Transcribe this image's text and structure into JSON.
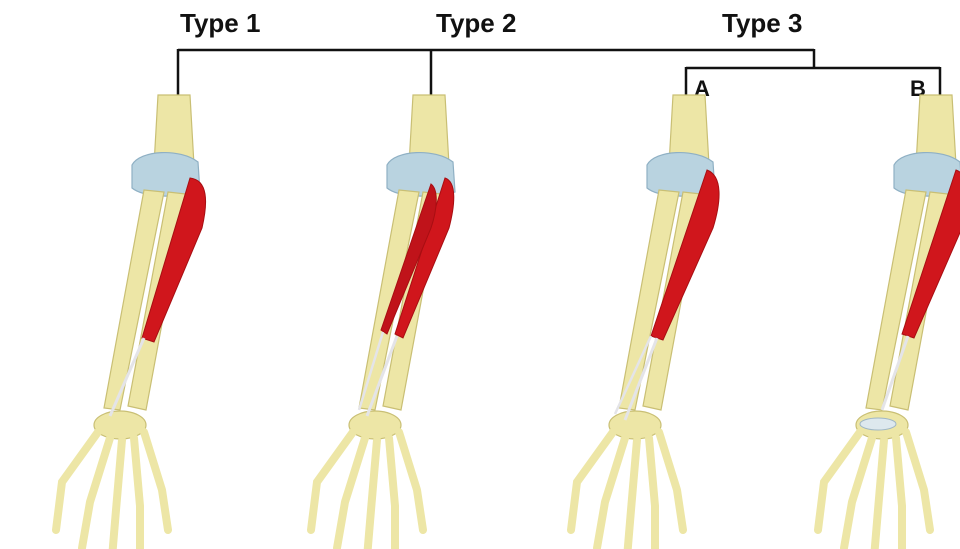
{
  "types": [
    {
      "label": "Type 1"
    },
    {
      "label": "Type 2"
    },
    {
      "label": "Type 3",
      "subtypes": [
        {
          "label": "A"
        },
        {
          "label": "B"
        }
      ]
    }
  ],
  "colors": {
    "bone": "#EDE6A6",
    "bone_outline": "#C9BF74",
    "cartilage": "#B9D3E0",
    "muscle": "#D0161C",
    "muscle_dark": "#A80E12",
    "tendon": "#E4E4E8",
    "bracket": "#111111"
  }
}
